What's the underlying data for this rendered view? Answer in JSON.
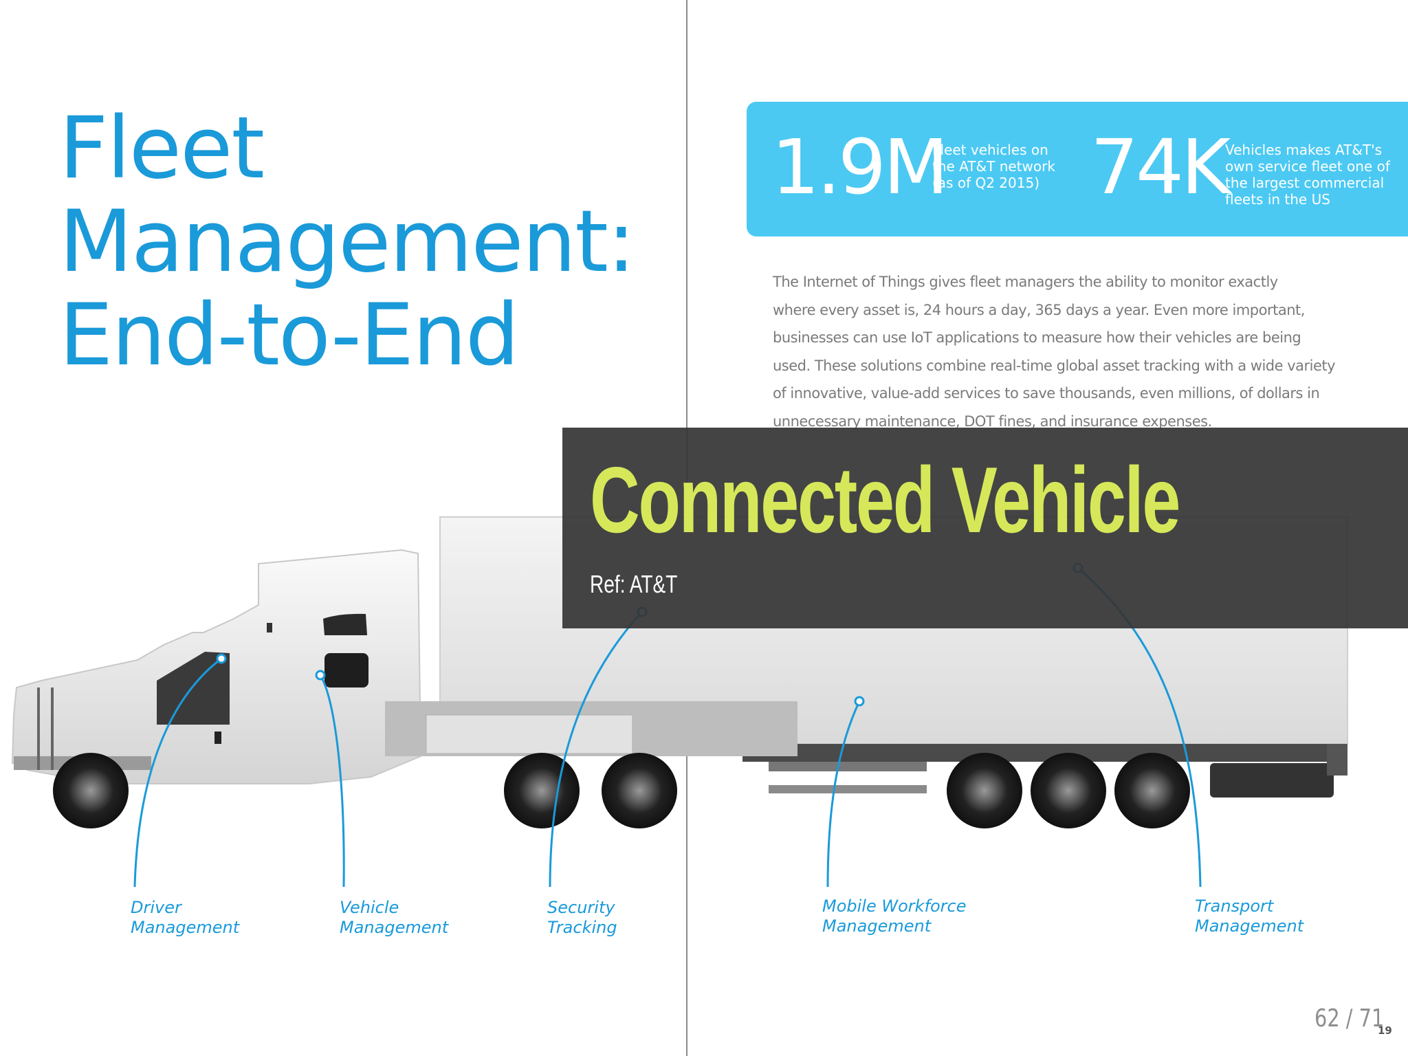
{
  "title": {
    "line1": "Fleet",
    "line2": "Management:",
    "line3": "End-to-End"
  },
  "stats": {
    "stat1": {
      "value": "1.9M",
      "desc_line1": "Fleet vehicles on",
      "desc_line2": "the AT&T network",
      "desc_line3": "(as of Q2 2015)"
    },
    "stat2": {
      "value": "74K",
      "desc_line1": "Vehicles makes AT&T's",
      "desc_line2": "own service fleet one of",
      "desc_line3": "the largest commercial",
      "desc_line4": "fleets in the US"
    }
  },
  "body": {
    "line1": "The Internet of Things gives fleet managers the ability to monitor exactly",
    "line2": "where every asset is, 24 hours a day, 365 days a year. Even more important,",
    "line3": "businesses can use IoT applications to measure how their vehicles are being",
    "line4": "used. These solutions combine real-time global asset tracking with a wide variety",
    "line5": "of innovative, value-add services to save thousands, even millions, of dollars in",
    "line6": "unnecessary maintenance, DOT fines, and insurance expenses."
  },
  "labels": {
    "driver": {
      "line1": "Driver",
      "line2": "Management"
    },
    "vehicle": {
      "line1": "Vehicle",
      "line2": "Management"
    },
    "security": {
      "line1": "Security",
      "line2": "Tracking"
    },
    "mobile": {
      "line1": "Mobile Workforce",
      "line2": "Management"
    },
    "transport": {
      "line1": "Transport",
      "line2": "Management"
    }
  },
  "overlay": {
    "title": "Connected Vehicle",
    "ref": "Ref: AT&T"
  },
  "counter": "62 / 71",
  "page_number": "19",
  "colors": {
    "brand_blue": "#1a9ad9",
    "stats_background": "#4bc9f3",
    "overlay_background": "#343434",
    "overlay_title": "#d6e85a"
  },
  "icons": [
    "truck-illustration",
    "callout-marker"
  ]
}
